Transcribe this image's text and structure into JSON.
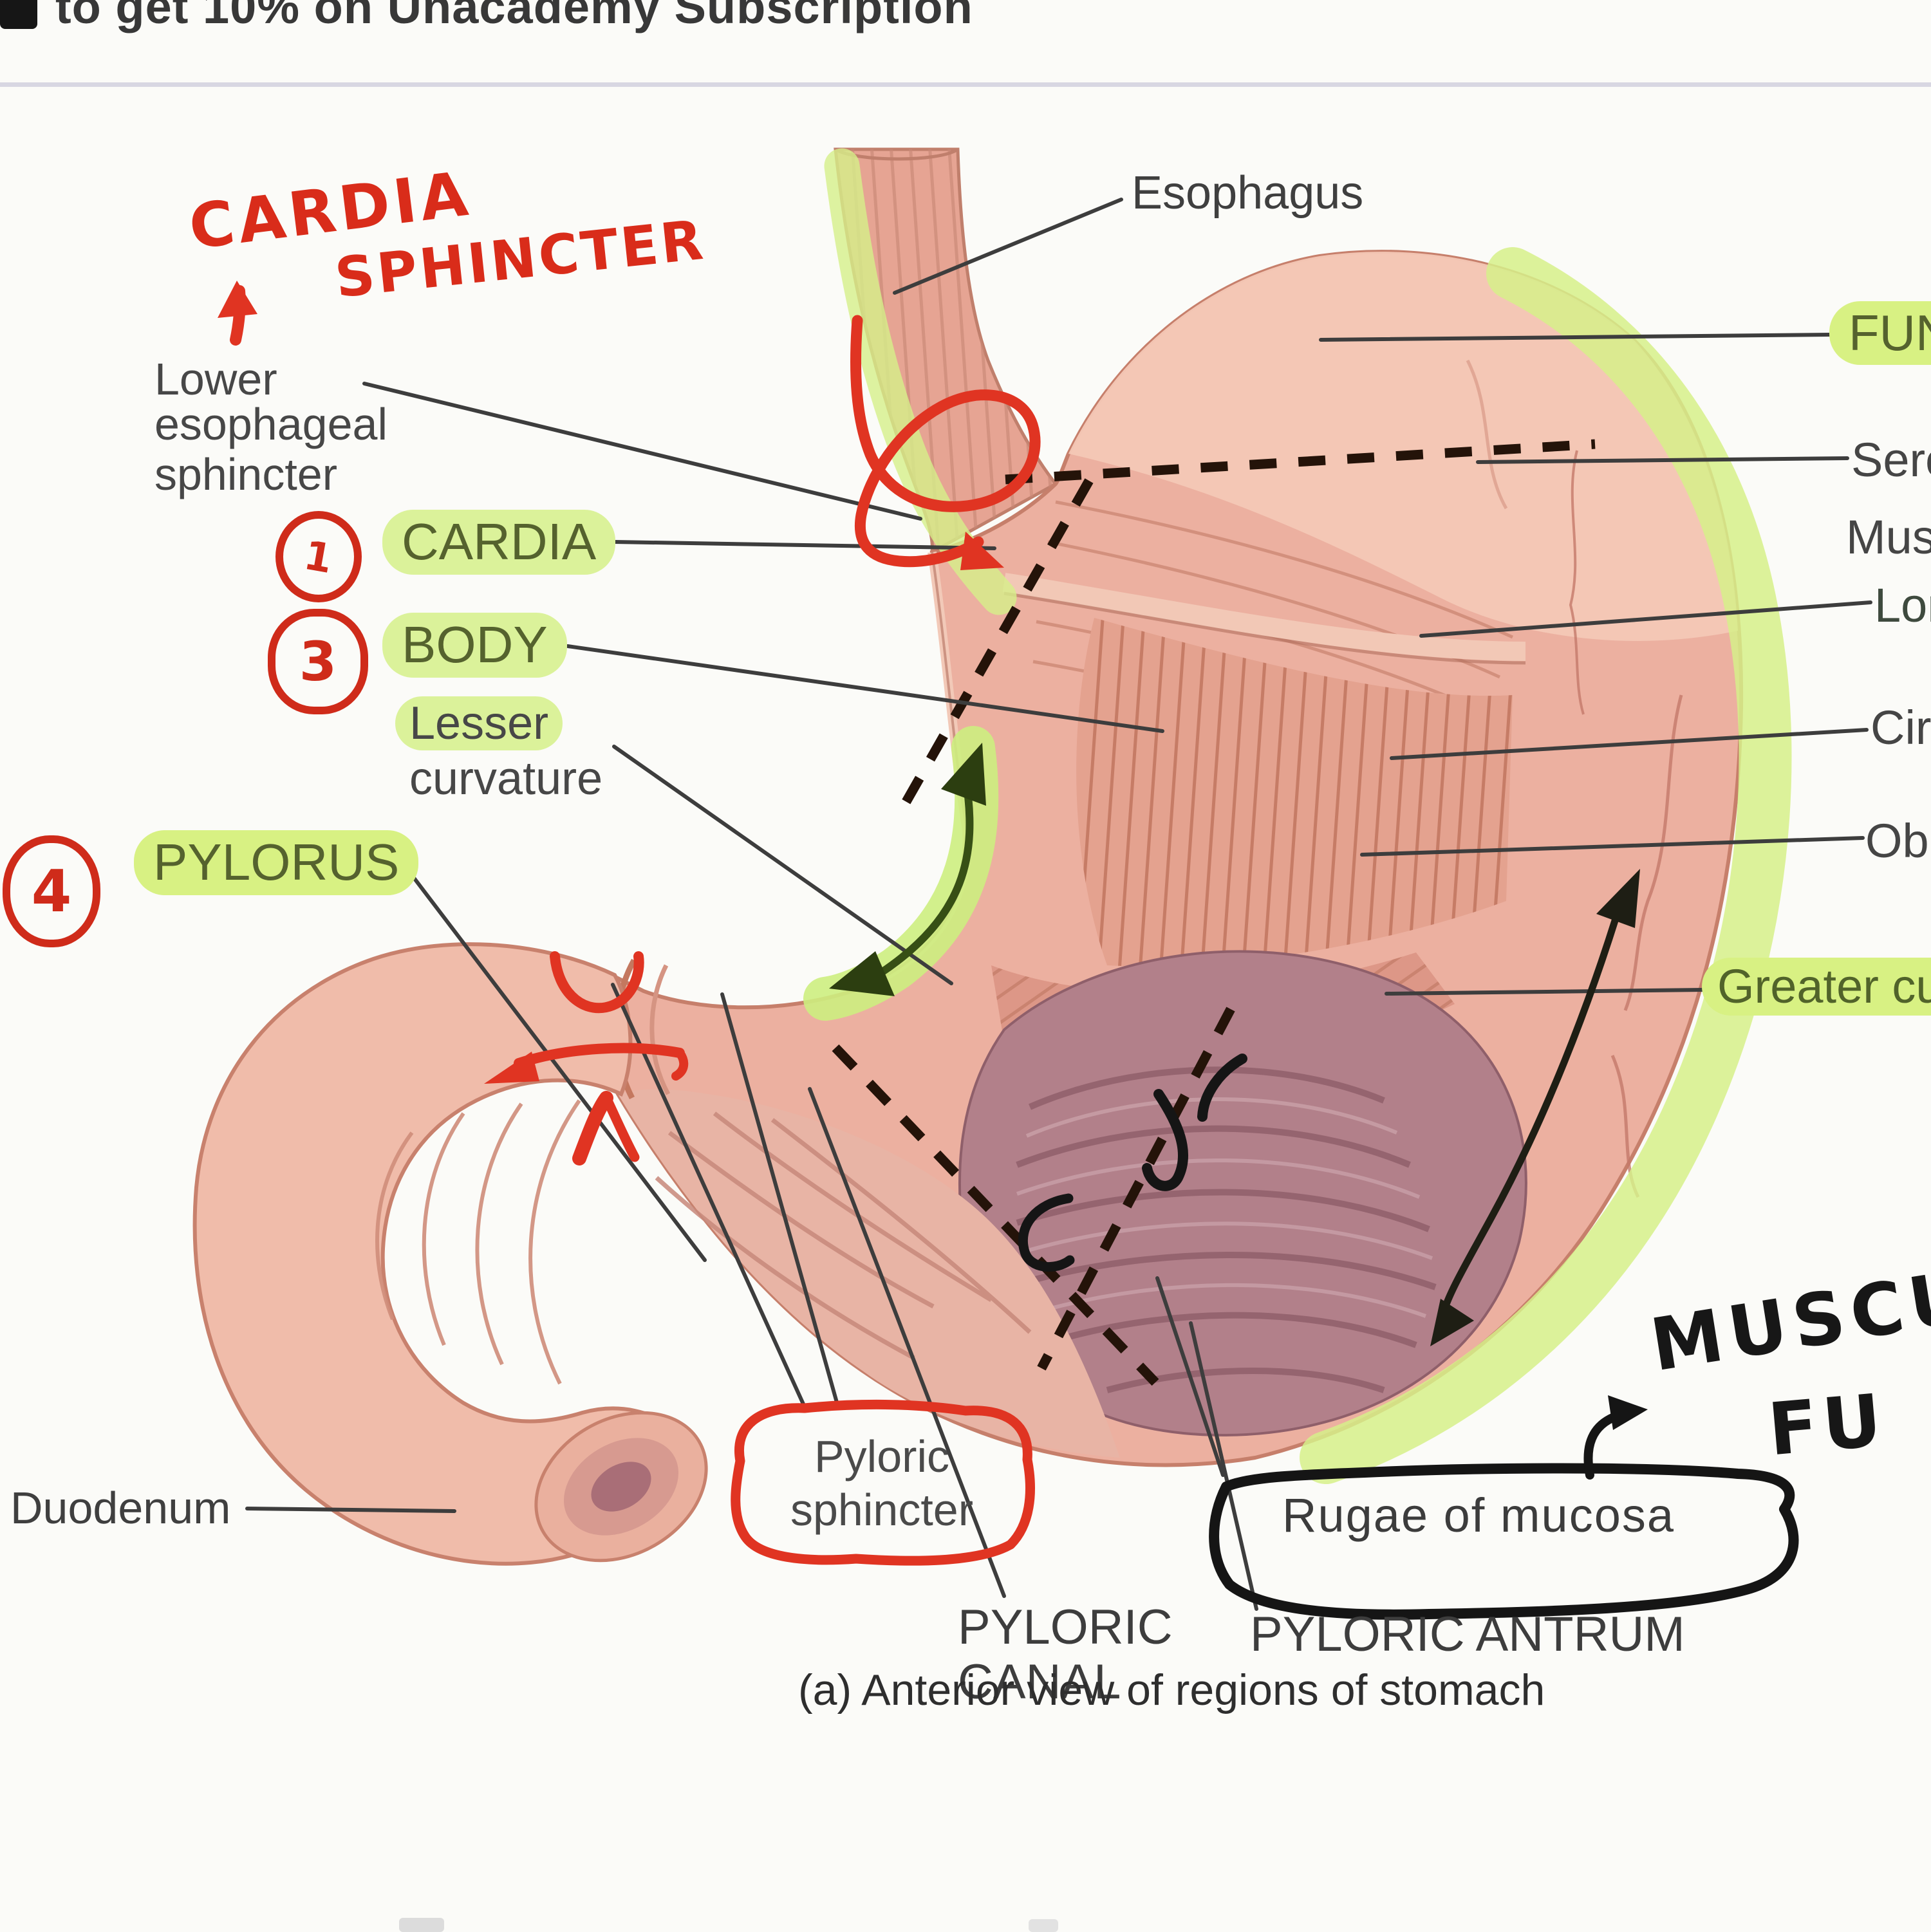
{
  "header": {
    "promo_text": "to get 10% on Unacademy Subscription"
  },
  "caption": "(a) Anterior view of regions of stomach",
  "printed_labels": {
    "esophagus": "Esophagus",
    "lower_esophageal_sphincter": {
      "l1": "Lower",
      "l2": "esophageal",
      "l3": "sphincter"
    },
    "cardia": "CARDIA",
    "body": "BODY",
    "lesser_curvature": {
      "l1": "Lesser",
      "l2": "curvature"
    },
    "pylorus": "PYLORUS",
    "duodenum": "Duodenum",
    "fundus": "FUNDUS",
    "serosa": "Serosa",
    "muscularis": "Muscularis",
    "longitudinal_layer": "Longitudinal",
    "circular_layer": "Circular",
    "oblique_layer": "Oblique",
    "greater_curvature": "Greater curvature",
    "pyloric_sphincter": {
      "l1": "Pyloric",
      "l2": "sphincter"
    },
    "pyloric_canal": {
      "l1": "PYLORIC",
      "l2": "CANAL"
    },
    "pyloric_antrum": "PYLORIC ANTRUM",
    "rugae_of_mucosa": "Rugae of mucosa"
  },
  "annotations": {
    "cardia_handwritten": "CARDIA",
    "sphincter_handwritten": "SPHINCTER",
    "muscular_handwritten": "MUSCULA",
    "fu_handwritten": "FU",
    "number_1": "1",
    "number_3": "3",
    "number_4": "4"
  },
  "colors": {
    "highlight_green": "#dbf29a",
    "annotation_red": "#d92c1a",
    "ink_black": "#171717",
    "label_gray": "#3f3f3f",
    "region_green": "#55622e",
    "divider": "#d8d7e2"
  }
}
